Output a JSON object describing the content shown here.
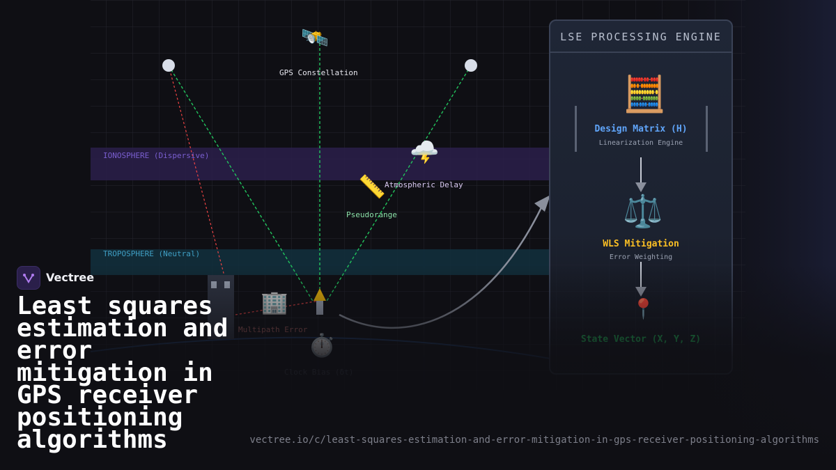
{
  "diagram": {
    "satellite_label": "GPS Constellation",
    "ionosphere_label": "IONOSPHERE (Dispersive)",
    "troposphere_label": "TROPOSPHERE (Neutral)",
    "atmospheric_delay_label": "Atmospheric Delay",
    "pseudorange_label": "Pseudorange",
    "multipath_label": "Multipath Error",
    "clock_bias_label": "Clock Bias (δt)",
    "icons": {
      "satellite": "🛰️",
      "storm": "🌩️",
      "ruler": "📏",
      "building": "🏢",
      "stopwatch": "⏱️",
      "abacus": "🧮",
      "scales": "⚖️",
      "pin": "📍"
    }
  },
  "panel": {
    "title": "LSE PROCESSING ENGINE",
    "step1_title": "Design Matrix (H)",
    "step1_sub": "Linearization Engine",
    "step2_title": "WLS Mitigation",
    "step2_sub": "Error Weighting",
    "step3_title": "State Vector (X, Y, Z)"
  },
  "colors": {
    "ionosphere": "#7a5fd0",
    "troposphere": "#3f9fc4",
    "los_green": "#22c55e",
    "multipath_red": "#ef4444",
    "design_matrix": "#60a5fa",
    "wls": "#fbbf24",
    "state_vector": "#22c55e"
  },
  "brand": {
    "name": "Vectree",
    "headline": "Least squares estimation and error mitigation in GPS receiver positioning algorithms",
    "url": "vectree.io/c/least-squares-estimation-and-error-mitigation-in-gps-receiver-positioning-algorithms"
  }
}
